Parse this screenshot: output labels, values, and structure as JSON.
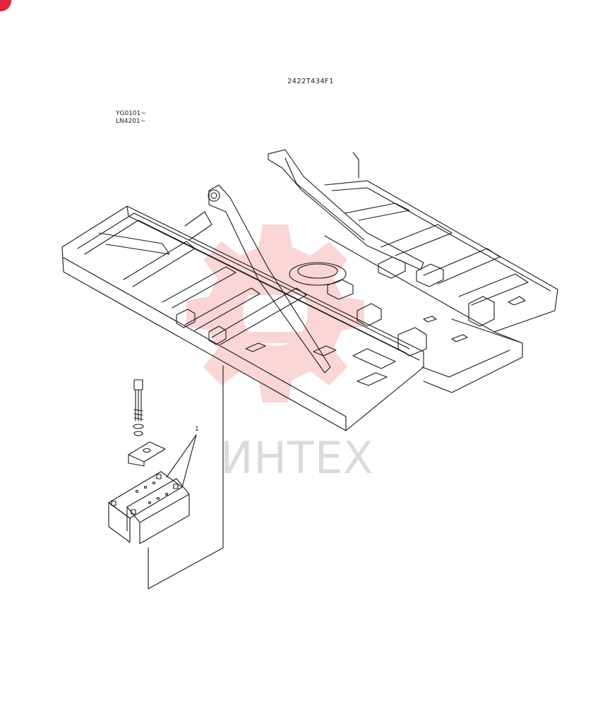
{
  "drawing": {
    "code": "2422T434F1",
    "serial_ranges": [
      "YG0101~",
      "LN4201~"
    ],
    "callout_number": "1"
  },
  "watermark": {
    "text": "ИНТЕХ",
    "color": "#e8454b"
  },
  "icons": {
    "watermark_emblem": "gear-emblem-icon",
    "corner_mark": "red-circle-icon"
  }
}
